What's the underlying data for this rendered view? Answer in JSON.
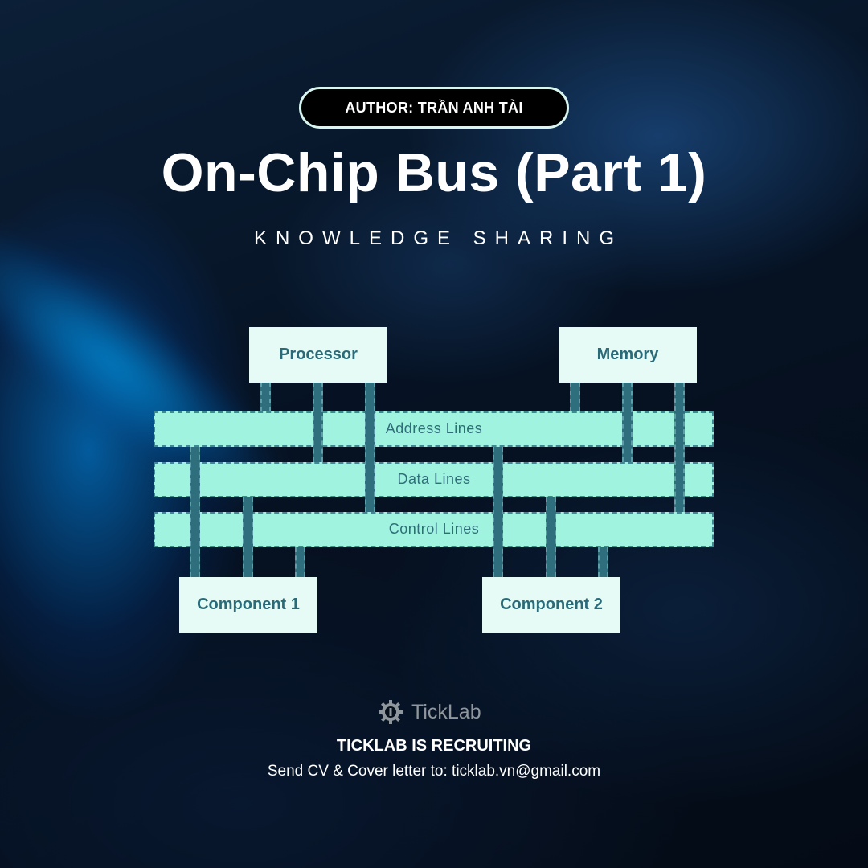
{
  "header": {
    "author": "AUTHOR: TRẦN ANH TÀI",
    "title": "On-Chip Bus (Part 1)",
    "subtitle": "KNOWLEDGE SHARING"
  },
  "diagram": {
    "nodes": {
      "processor": "Processor",
      "memory": "Memory",
      "component1": "Component 1",
      "component2": "Component 2"
    },
    "buses": {
      "address": "Address Lines",
      "data": "Data Lines",
      "control": "Control Lines"
    }
  },
  "footer": {
    "brand": "TickLab",
    "recruiting": "TICKLAB IS RECRUITING",
    "contact": "Send CV & Cover letter to: ticklab.vn@gmail.com"
  },
  "colors": {
    "bus_fill": "#9ff3df",
    "box_fill": "#e6fbf6",
    "wire": "#2f6f7d",
    "label_text": "#2a6b79"
  }
}
